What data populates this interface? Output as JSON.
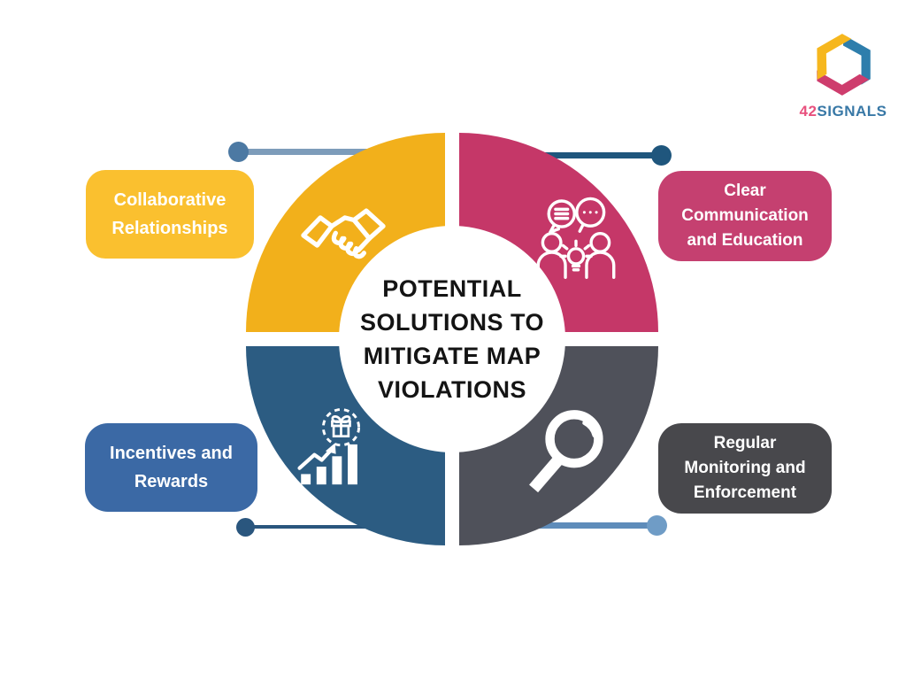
{
  "title": {
    "full": "POTENTIAL SOLUTIONS TO MITIGATE MAP VIOLATIONS",
    "lines": [
      "POTENTIAL",
      "SOLUTIONS TO",
      "MITIGATE MAP",
      "VIOLATIONS"
    ]
  },
  "brand": {
    "number": "42",
    "name": "SIGNALS"
  },
  "solutions": [
    {
      "label": "Collaborative Relationships",
      "position": "top-left",
      "quadrant_color": "#F2B01B",
      "box_color": "#FAC02F",
      "icon": "handshake-icon"
    },
    {
      "label": "Clear Communication and Education",
      "position": "top-right",
      "quadrant_color": "#C53768",
      "box_color": "#C54070",
      "icon": "discussion-icon"
    },
    {
      "label": "Incentives and Rewards",
      "position": "bottom-left",
      "quadrant_color": "#2C5C82",
      "box_color": "#3B69A5",
      "icon": "rewards-growth-icon"
    },
    {
      "label": "Regular Monitoring and Enforcement",
      "position": "bottom-right",
      "quadrant_color": "#4F515A",
      "box_color": "#48484C",
      "icon": "magnifier-icon"
    }
  ],
  "colors": {
    "background": "#FFFFFF",
    "title_text": "#141414",
    "label_text": "#FFFFFF",
    "connector_top_left_dot": "#4C79A3",
    "connector_top_left_line": "#7D9CBA",
    "connector_top_right": "#1F567D",
    "connector_bottom_left": "#2A567E",
    "connector_bottom_right_line": "#5E8CBA",
    "connector_bottom_right_dot": "#6F9CC6",
    "logo_pink": "#CE3D6D",
    "logo_yellow": "#F6B71E",
    "logo_blue": "#2E7EAC",
    "brand_number_color": "#E8517E",
    "brand_name_color": "#3878A6"
  }
}
